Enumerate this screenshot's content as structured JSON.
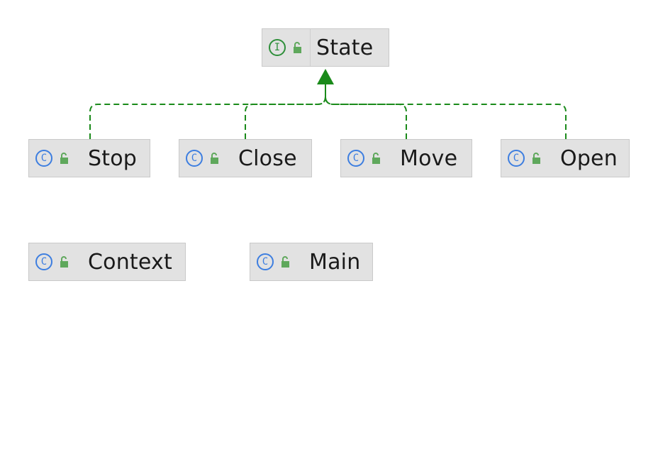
{
  "diagram": {
    "interface": {
      "name": "State",
      "kind_letter": "I",
      "kind_icon": "interface-icon"
    },
    "implementors": [
      {
        "name": "Stop",
        "kind_letter": "C",
        "kind_icon": "class-icon"
      },
      {
        "name": "Close",
        "kind_letter": "C",
        "kind_icon": "class-icon"
      },
      {
        "name": "Move",
        "kind_letter": "C",
        "kind_icon": "class-icon"
      },
      {
        "name": "Open",
        "kind_letter": "C",
        "kind_icon": "class-icon"
      }
    ],
    "standalone": [
      {
        "name": "Context",
        "kind_letter": "C",
        "kind_icon": "class-icon"
      },
      {
        "name": "Main",
        "kind_letter": "C",
        "kind_icon": "class-icon"
      }
    ],
    "relation": "implements",
    "colors": {
      "edge": "#1a8a1a",
      "class_icon": "#3d7ee0",
      "interface_icon": "#2e8f3a",
      "lock_icon": "#5fa85c",
      "node_fill": "#e2e2e2"
    }
  }
}
